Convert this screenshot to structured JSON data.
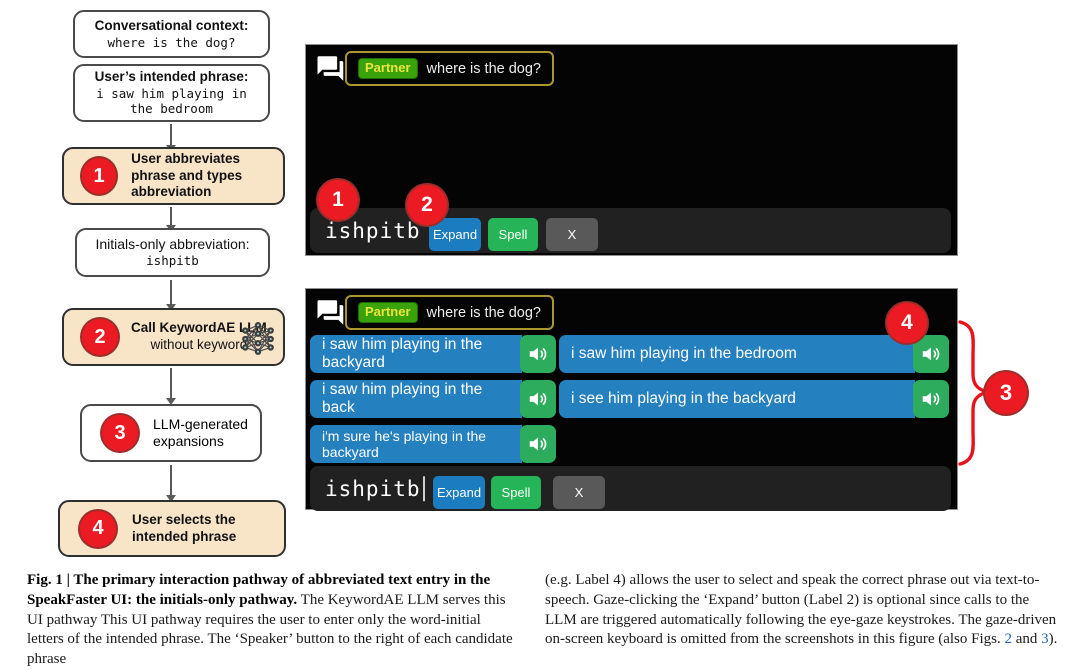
{
  "colors": {
    "accent_red": "#ec1b23",
    "tan_step": "#f8e5c8",
    "candidate_blue": "#2580bf",
    "expand_blue": "#1b7cc0",
    "spell_green": "#25b457",
    "speaker_green": "#2eac5e",
    "partner_green": "#3aa30b",
    "partner_text_yellow": "#ece43a",
    "partner_border_yellow": "#ab9730",
    "link_blue": "#2466ad",
    "panel_bg": "#040404",
    "inputbar_bg": "#212121"
  },
  "flowchart": {
    "box1": {
      "title": "Conversational context:",
      "detail": "where is the dog?"
    },
    "box2": {
      "title": "User’s intended phrase:",
      "detail": "i saw him playing in the bedroom"
    },
    "box3": {
      "label": "1",
      "text": "User abbreviates phrase and types abbreviation"
    },
    "box4": {
      "title": "Initials-only abbreviation:",
      "detail": "ishpitb"
    },
    "box5": {
      "label": "2",
      "line1": "Call KeywordAE LLM",
      "line2": "without keyword"
    },
    "box6": {
      "label": "3",
      "text": "LLM-generated expansions"
    },
    "box7": {
      "label": "4",
      "text": "User selects the intended phrase"
    }
  },
  "ui": {
    "partner_badge": "Partner",
    "context_message": "where is the dog?",
    "abbreviation": "ishpitb",
    "expand_button": "Expand",
    "spell_button": "Spell",
    "close_button": "X",
    "labels": {
      "l1": "1",
      "l2": "2",
      "l3": "3",
      "l4": "4"
    },
    "candidates": [
      "i saw him playing in the backyard",
      "i saw him playing in the bedroom",
      "i saw him playing in the back",
      "i see him playing in the backyard",
      "i'm sure he's playing in the backyard"
    ]
  },
  "caption": {
    "left": {
      "lead": "Fig. 1 | The primary interaction pathway of abbreviated text entry in the SpeakFaster UI: the initials-only pathway.",
      "body": " The KeywordAE LLM serves this UI pathway This UI pathway requires the user to enter only the word-initial letters of the intended phrase. The ‘Speaker’ button to the right of each candidate phrase"
    },
    "right": {
      "part1": "(e.g. Label 4) allows the user to select and speak the correct phrase out via text-to-speech. Gaze-clicking the ‘Expand’ button (Label 2) is optional since calls to the LLM are triggered automatically following the eye-gaze keystrokes. The gaze-driven on-screen keyboard is omitted from the screenshots in this figure (also Figs. ",
      "link1": "2",
      "part2": " and ",
      "link2": "3",
      "part3": ")."
    }
  }
}
